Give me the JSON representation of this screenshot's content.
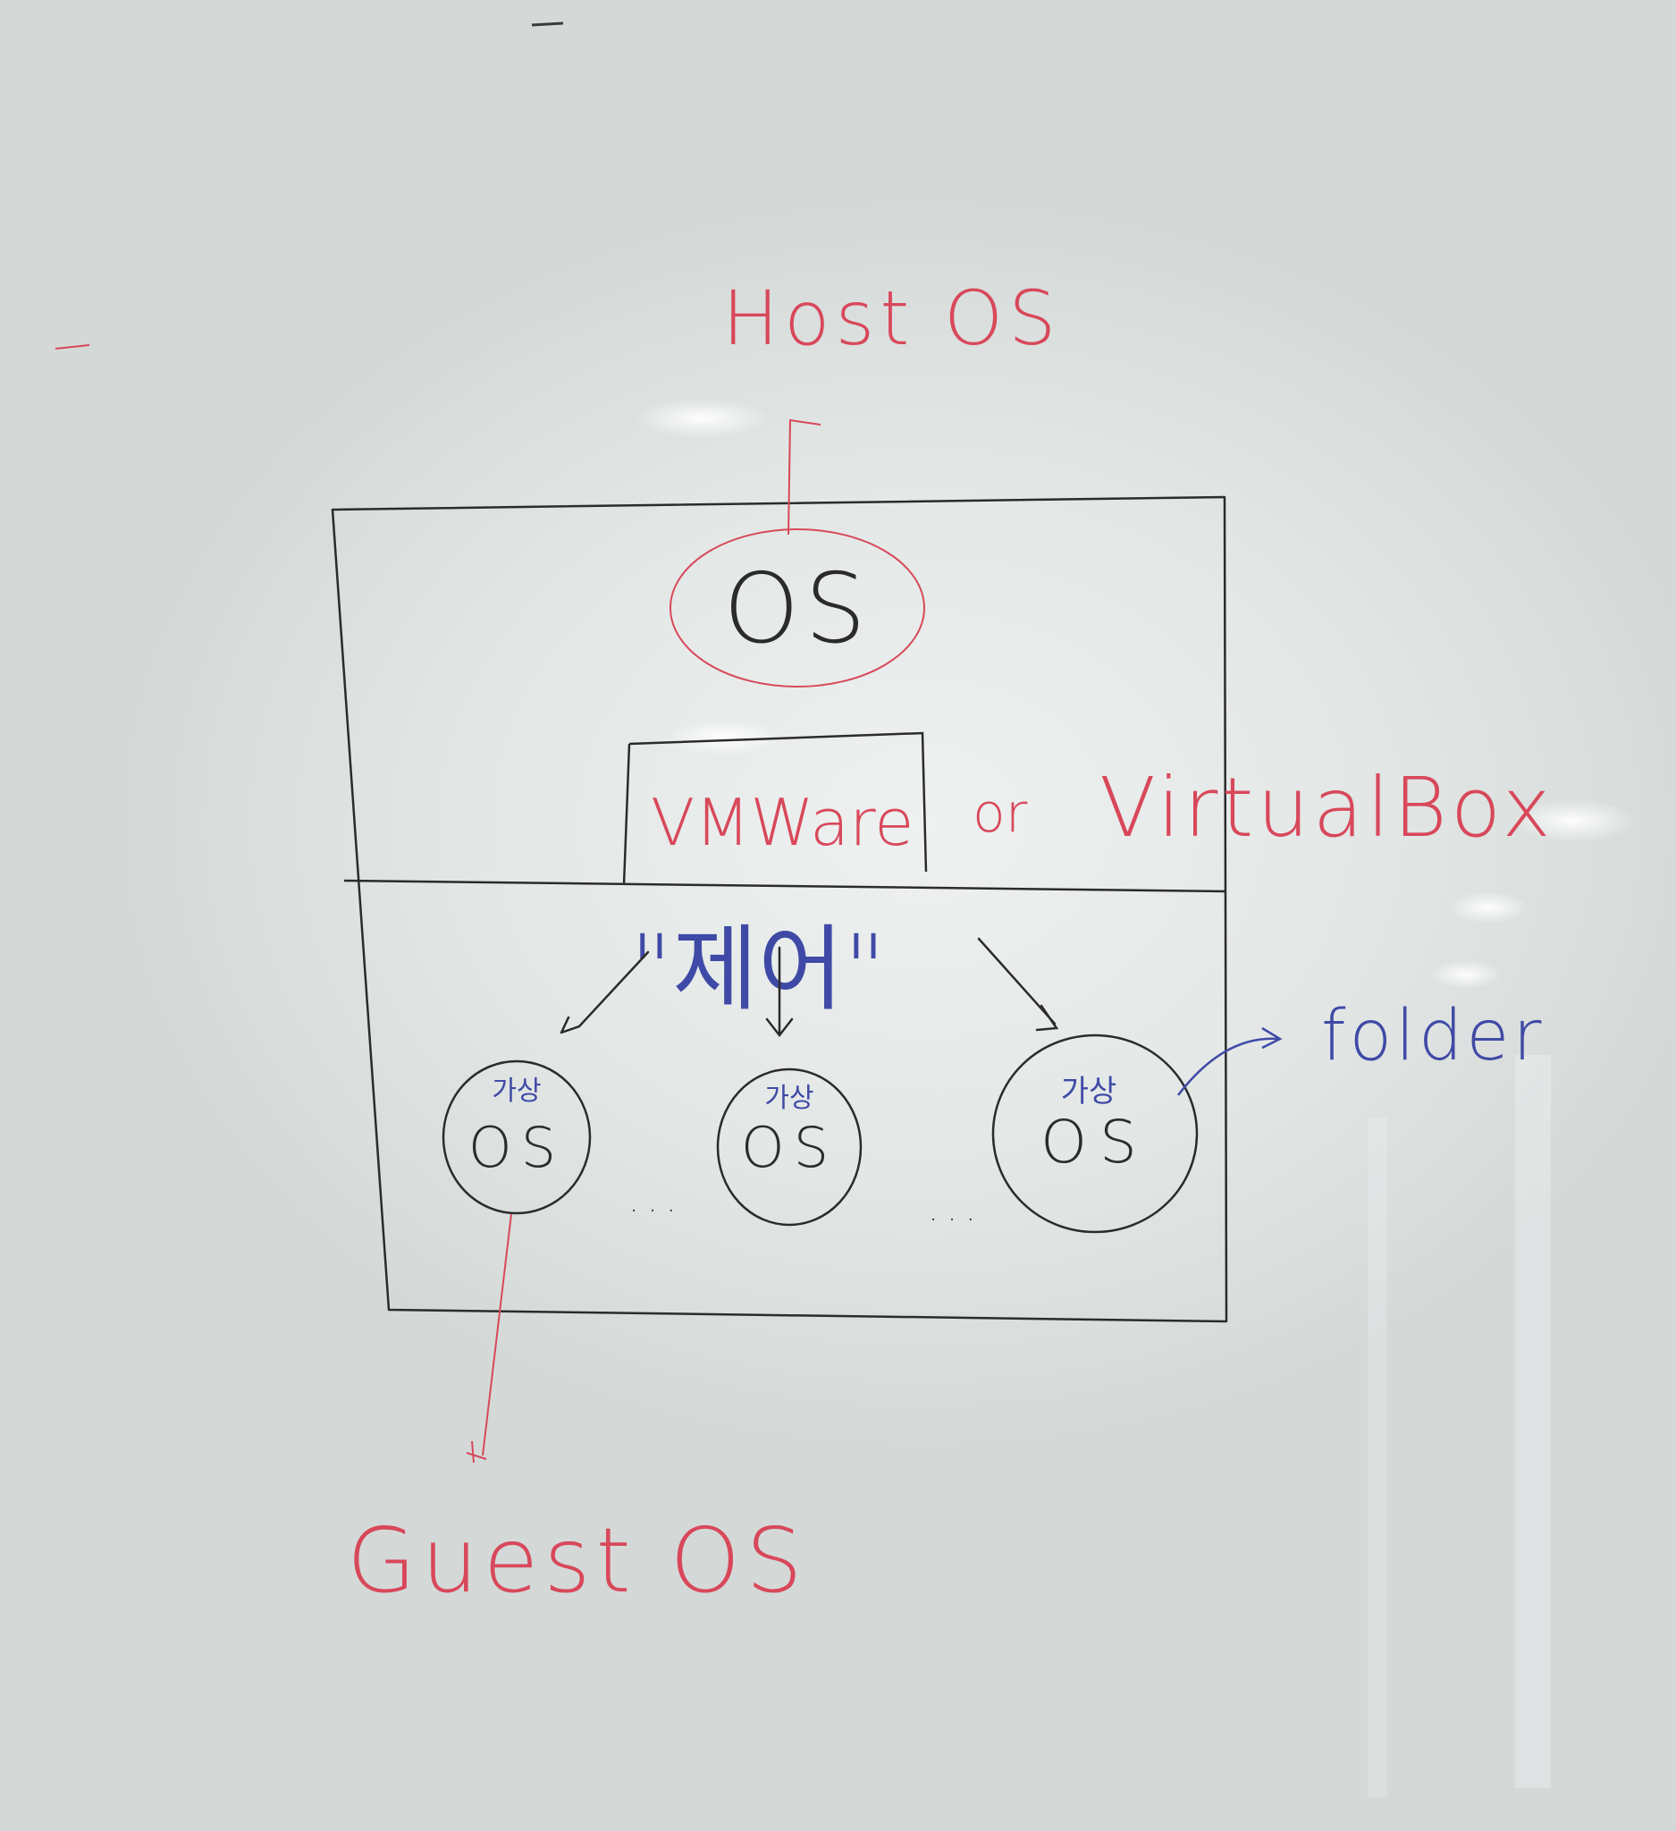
{
  "labels": {
    "host_os": "Host OS",
    "host_inner_os": "OS",
    "hypervisor": "VMWare",
    "hypervisor_or": "or",
    "hypervisor_alt": "VirtualBox",
    "control": "\"제어\"",
    "folder": "folder",
    "guest_os": "Guest OS"
  },
  "guests": [
    {
      "tag": "가상",
      "os": "OS"
    },
    {
      "tag": "가상",
      "os": "OS"
    },
    {
      "tag": "가상",
      "os": "OS"
    }
  ],
  "ellipsis": [
    "...",
    "..."
  ],
  "colors": {
    "black_marker": "#2b2b2b",
    "red_marker": "#d8485a",
    "blue_marker": "#3f4aa6",
    "board": "#e6e9e8"
  }
}
